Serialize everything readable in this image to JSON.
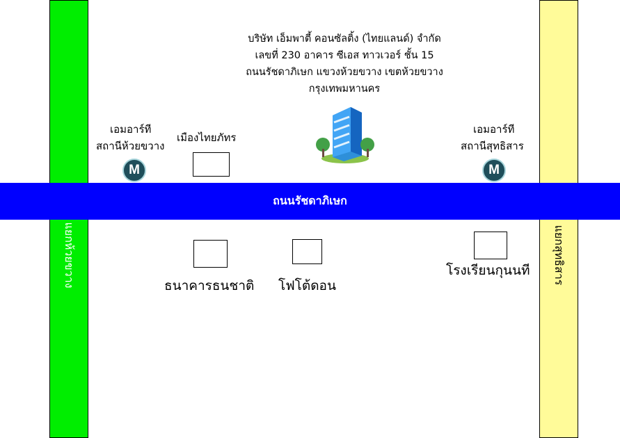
{
  "roads": {
    "left_road": "แยกห้วยขวาง",
    "right_road": "แยกสุทธิสาร",
    "main_road": "ถนนรัชดาภิเษก"
  },
  "company": {
    "line1": "บริษัท  เอ็มพาตี้  คอนซัลติ้ง (ไทยแลนด์) จำกัด",
    "line2": "เลขที่ 230  อาคาร ซีเอส ทาวเวอร์  ชั้น 15",
    "line3": "ถนนรัชดาภิเษก   แขวงห้วยขวาง  เขตห้วยขวาง",
    "line4": "กรุงเทพมหานคร"
  },
  "stations": [
    {
      "line1": "เอมอาร์ที",
      "line2": "สถานีห้วยขวาง",
      "icon_text": "M"
    },
    {
      "line1": "เอมอาร์ที",
      "line2": "สถานีสุทธิสาร",
      "icon_text": "M"
    }
  ],
  "landmarks": {
    "mueang_thai": "เมืองไทยภัทร",
    "bank": "ธนาคารธนชาติ",
    "photo": "โฟโต้ดอน",
    "school": "โรงเรียนกุนนที"
  },
  "colors": {
    "left_road": "#00ee00",
    "right_road": "#fffb99",
    "main_road": "#0000ff",
    "mrt_icon": "#1f4e5a"
  }
}
